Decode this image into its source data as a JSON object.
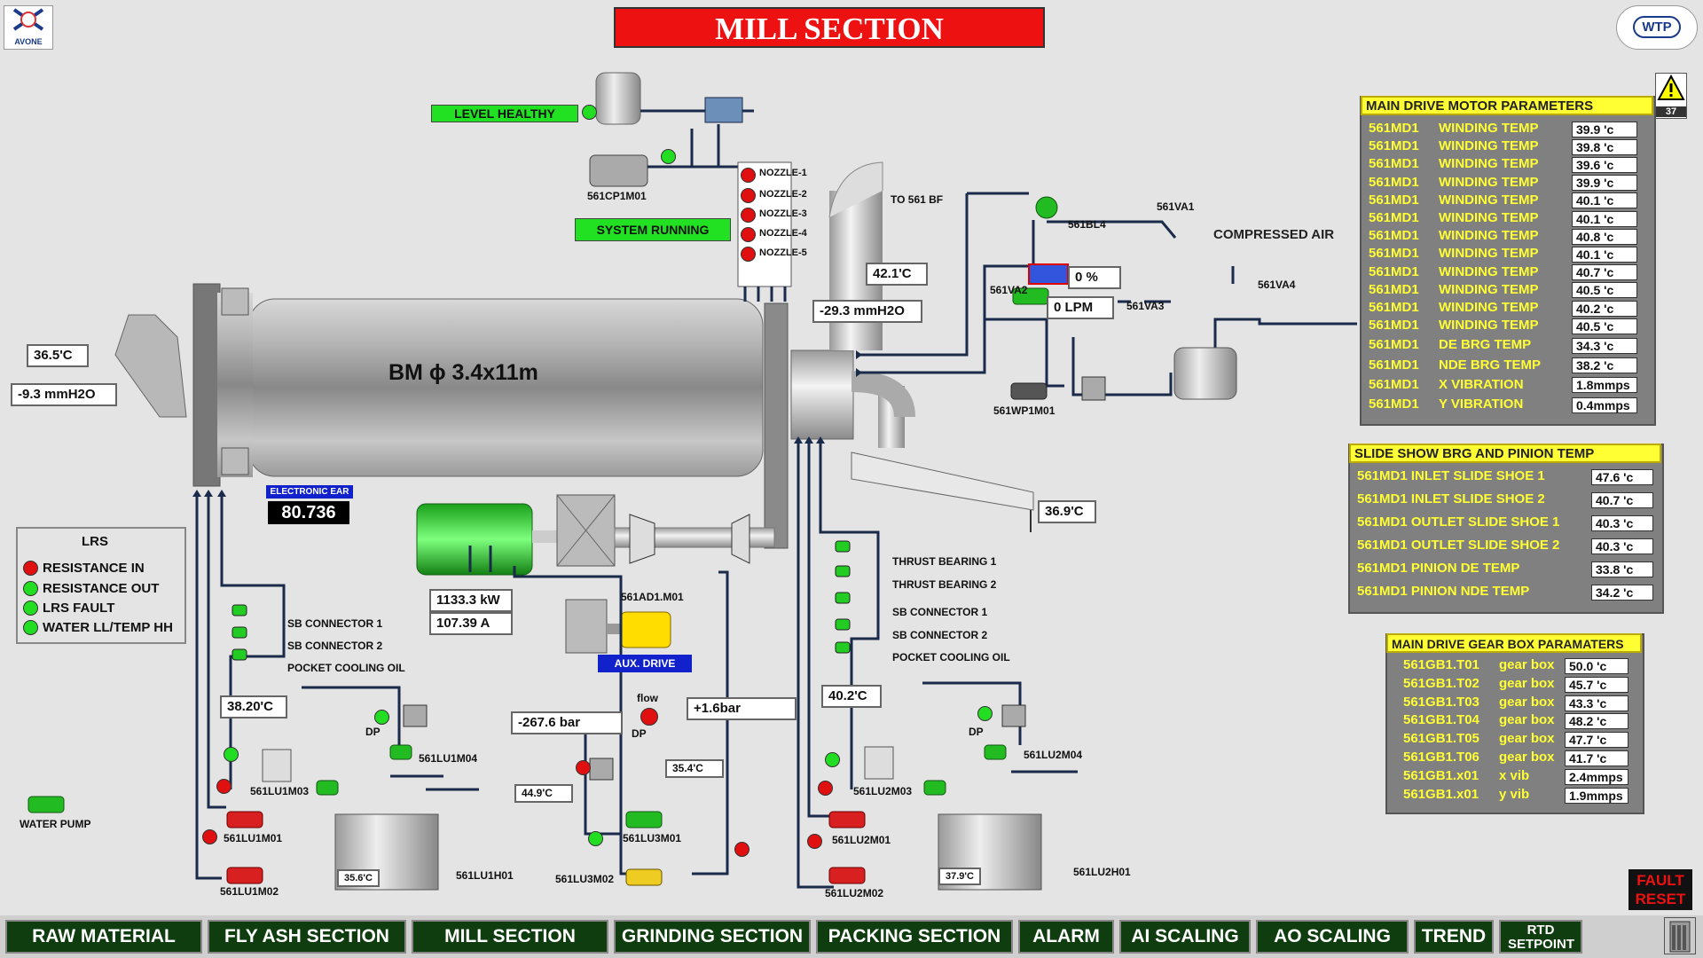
{
  "title": "MILL SECTION",
  "logo_left": "AVONE",
  "logo_right": "WTP",
  "alarm_count": "37",
  "indicators": {
    "level_healthy": "LEVEL HEALTHY",
    "system_running": "SYSTEM RUNNING",
    "electronic_ear_label": "ELECTRONIC EAR",
    "electronic_ear_value": "80.736",
    "aux_drive": "AUX. DRIVE"
  },
  "mill_label": "BM ϕ 3.4x11m",
  "nozzles": [
    "NOZZLE-1",
    "NOZZLE-2",
    "NOZZLE-3",
    "NOZZLE-4",
    "NOZZLE-5"
  ],
  "labels": {
    "cp1m01": "561CP1M01",
    "to_bf": "TO 561 BF",
    "bl4": "561BL4",
    "va1": "561VA1",
    "compressed_air": "COMPRESSED AIR",
    "va2": "561VA2",
    "va3": "561VA3",
    "va4": "561VA4",
    "wp1m01": "561WP1M01",
    "ad1m01": "561AD1.M01",
    "flow": "flow",
    "dp": "DP",
    "dp_left": "DP",
    "dp_right": "DP",
    "water_pump": "WATER PUMP",
    "lu1m04": "561LU1M04",
    "lu1m03": "561LU1M03",
    "lu1m01": "561LU1M01",
    "lu1m02": "561LU1M02",
    "lu1h01": "561LU1H01",
    "lu3m01": "561LU3M01",
    "lu3m02": "561LU3M02",
    "lu2m04": "561LU2M04",
    "lu2m03": "561LU2M03",
    "lu2m01": "561LU2M01",
    "lu2m02": "561LU2M02",
    "lu2h01": "561LU2H01"
  },
  "left_bearing_labels": [
    "SB CONNECTOR 1",
    "SB CONNECTOR 2",
    "POCKET COOLING OIL"
  ],
  "right_bearing_labels": [
    "THRUST BEARING 1",
    "THRUST BEARING 2",
    "SB CONNECTOR 1",
    "SB CONNECTOR 2",
    "POCKET COOLING OIL"
  ],
  "values": {
    "inlet_temp": "36.5'C",
    "inlet_press": "-9.3  mmH2O",
    "outlet_temp": "42.1'C",
    "outlet_press": "-29.3  mmH2O",
    "va2_percent": "0  %",
    "lpm": "0  LPM",
    "chute_temp": "36.9'C",
    "power_kw": "1133.3  kW",
    "current_a": "107.39 A",
    "lu1_temp": "38.20'C",
    "lu1_tank_temp": "35.6'C",
    "press_bar": "-267.6 bar",
    "press_pos": "+1.6bar",
    "lu3_temp1": "35.4'C",
    "lu3_temp2": "44.9'C",
    "lu2_temp": "40.2'C",
    "lu2_tank_temp": "37.9'C"
  },
  "lrs": {
    "title": "LRS",
    "items": [
      {
        "label": "RESISTANCE IN",
        "state": "red"
      },
      {
        "label": "RESISTANCE OUT",
        "state": "green"
      },
      {
        "label": "LRS FAULT",
        "state": "green"
      },
      {
        "label": "WATER LL/TEMP HH",
        "state": "green"
      }
    ]
  },
  "motor_panel": {
    "title": "MAIN DRIVE MOTOR PARAMETERS",
    "rows": [
      {
        "tag": "561MD1",
        "param": "WINDING TEMP",
        "value": "39.9 'c"
      },
      {
        "tag": "561MD1",
        "param": "WINDING TEMP",
        "value": "39.8 'c"
      },
      {
        "tag": "561MD1",
        "param": "WINDING TEMP",
        "value": "39.6 'c"
      },
      {
        "tag": "561MD1",
        "param": "WINDING TEMP",
        "value": "39.9 'c"
      },
      {
        "tag": "561MD1",
        "param": "WINDING TEMP",
        "value": "40.1 'c"
      },
      {
        "tag": "561MD1",
        "param": "WINDING TEMP",
        "value": "40.1 'c"
      },
      {
        "tag": "561MD1",
        "param": "WINDING TEMP",
        "value": "40.8 'c"
      },
      {
        "tag": "561MD1",
        "param": "WINDING TEMP",
        "value": "40.1 'c"
      },
      {
        "tag": "561MD1",
        "param": "WINDING TEMP",
        "value": "40.7 'c"
      },
      {
        "tag": "561MD1",
        "param": "WINDING TEMP",
        "value": "40.5 'c"
      },
      {
        "tag": "561MD1",
        "param": "WINDING TEMP",
        "value": "40.2 'c"
      },
      {
        "tag": "561MD1",
        "param": "WINDING TEMP",
        "value": "40.5 'c"
      },
      {
        "tag": "561MD1",
        "param": "DE BRG TEMP",
        "value": "34.3 'c"
      },
      {
        "tag": "561MD1",
        "param": "NDE BRG TEMP",
        "value": "38.2 'c"
      },
      {
        "tag": "561MD1",
        "param": "X VIBRATION",
        "value": "1.8mmps"
      },
      {
        "tag": "561MD1",
        "param": "Y VIBRATION",
        "value": "0.4mmps"
      }
    ]
  },
  "slide_panel": {
    "title": "SLIDE SHOW BRG AND PINION TEMP",
    "rows": [
      {
        "label": "561MD1  INLET SLIDE SHOE 1",
        "value": "47.6 'c"
      },
      {
        "label": "561MD1  INLET SLIDE SHOE 2",
        "value": "40.7 'c"
      },
      {
        "label": "561MD1  OUTLET SLIDE SHOE 1",
        "value": "40.3 'c"
      },
      {
        "label": "561MD1  OUTLET SLIDE SHOE 2",
        "value": "40.3 'c"
      },
      {
        "label": "561MD1  PINION DE TEMP",
        "value": "33.8 'c"
      },
      {
        "label": "561MD1  PINION NDE TEMP",
        "value": "34.2 'c"
      }
    ]
  },
  "gear_panel": {
    "title": "MAIN DRIVE GEAR BOX PARAMATERS",
    "rows": [
      {
        "tag": "561GB1.T01",
        "param": "gear box",
        "value": "50.0 'c"
      },
      {
        "tag": "561GB1.T02",
        "param": "gear box",
        "value": "45.7 'c"
      },
      {
        "tag": "561GB1.T03",
        "param": "gear box",
        "value": "43.3 'c"
      },
      {
        "tag": "561GB1.T04",
        "param": "gear box",
        "value": "48.2 'c"
      },
      {
        "tag": "561GB1.T05",
        "param": "gear box",
        "value": "47.7 'c"
      },
      {
        "tag": "561GB1.T06",
        "param": "gear box",
        "value": "41.7 'c"
      },
      {
        "tag": "561GB1.x01",
        "param": "x vib",
        "value": "2.4mmps"
      },
      {
        "tag": "561GB1.x01",
        "param": "y vib",
        "value": "1.9mmps"
      }
    ]
  },
  "fault_reset": "FAULT RESET",
  "nav": [
    "RAW MATERIAL",
    "FLY ASH SECTION",
    "MILL SECTION",
    "GRINDING SECTION",
    "PACKING SECTION",
    "ALARM",
    "AI SCALING",
    "AO SCALING",
    "TREND",
    "RTD SETPOINT"
  ]
}
